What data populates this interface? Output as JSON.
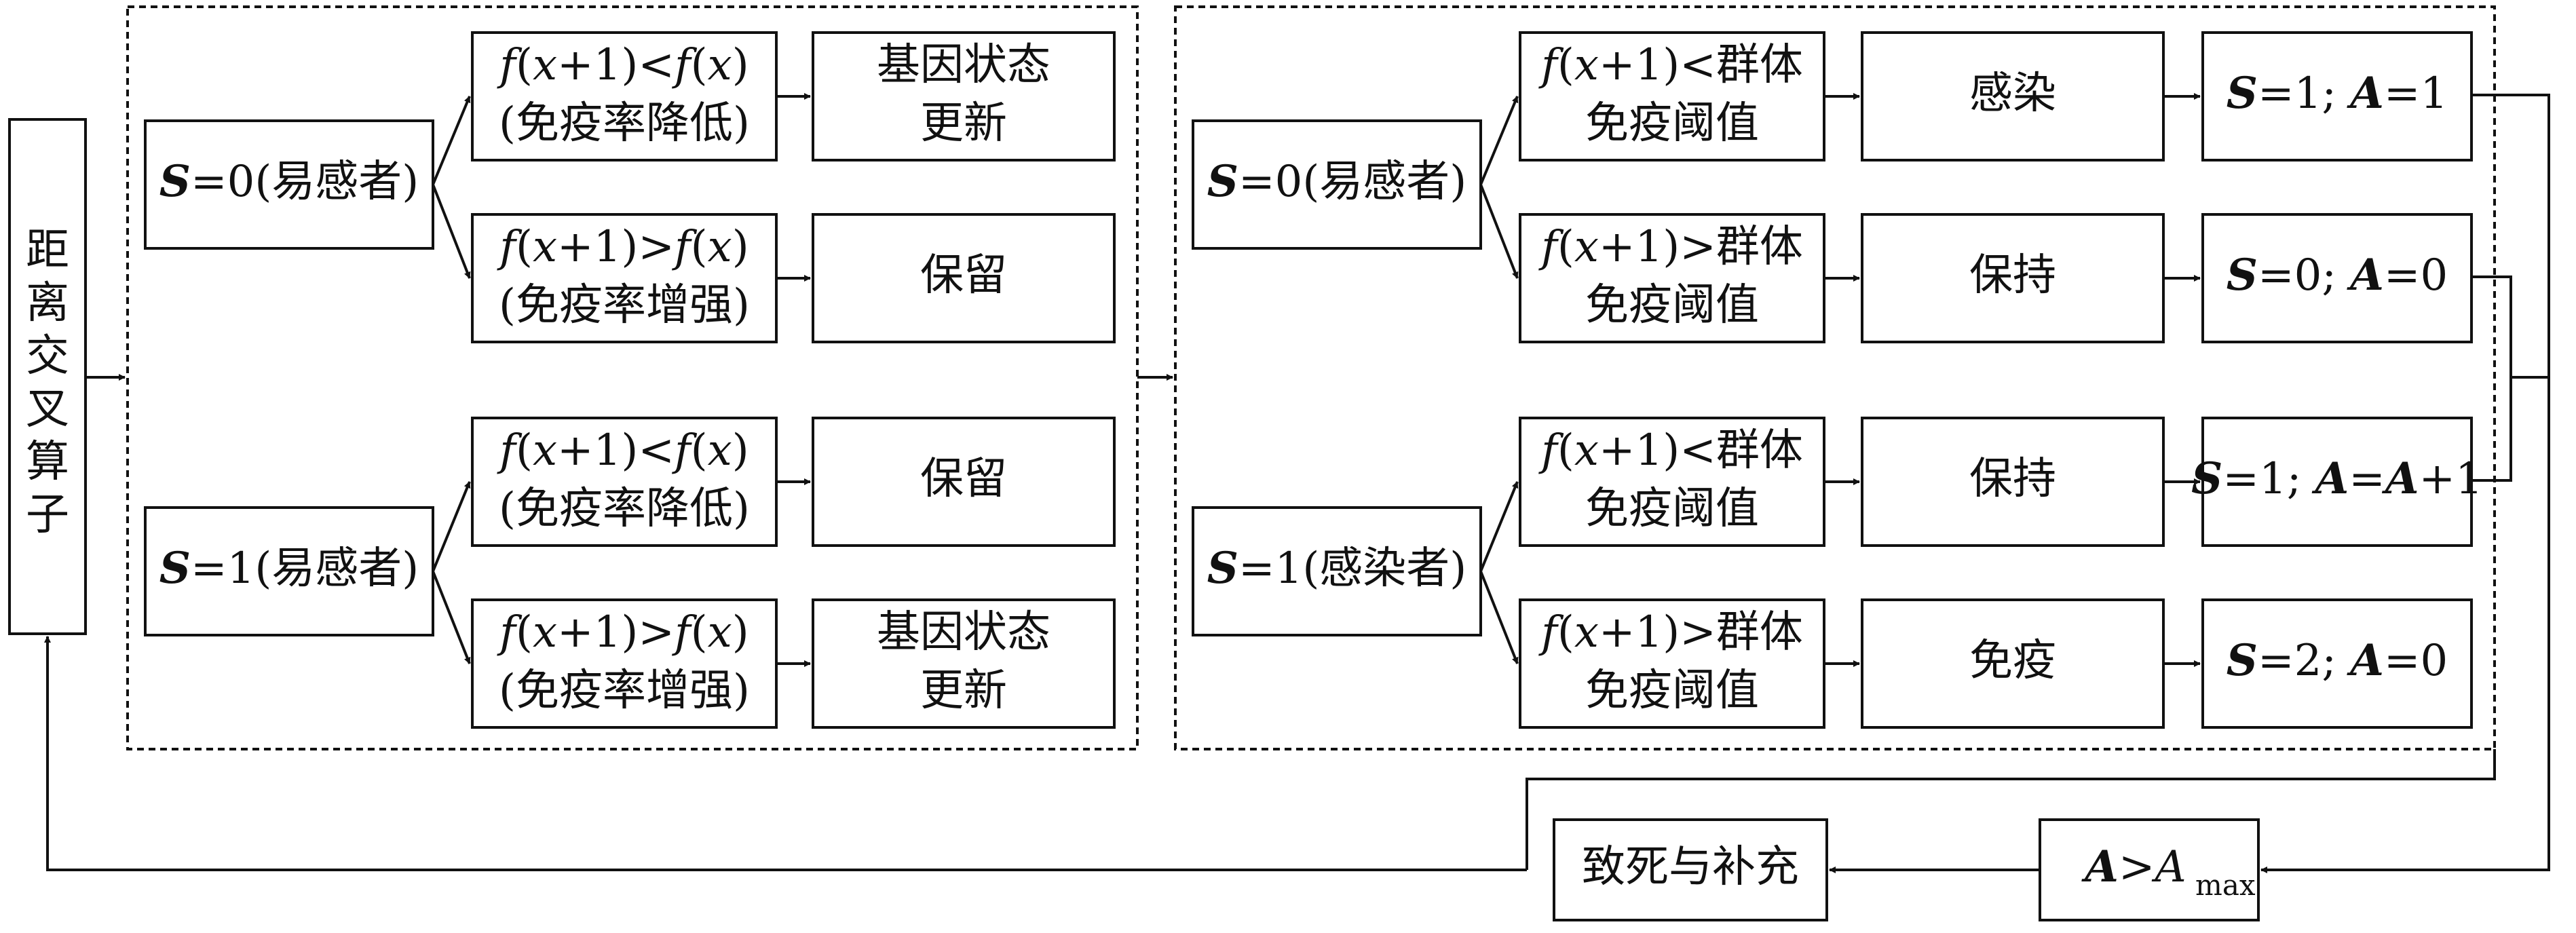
{
  "operator": {
    "label": "距离交叉算子"
  },
  "genetic_stage": {
    "rows": [
      {
        "state": "S",
        "eq": "=0",
        "note": "(易感者)",
        "branches": [
          {
            "cond": "f(x+1)<f(x)",
            "sub": "(免疫率降低)",
            "result": [
              "基因状态",
              "更新"
            ]
          },
          {
            "cond": "f(x+1)>f(x)",
            "sub": "(免疫率增强)",
            "result": [
              "保留"
            ]
          }
        ]
      },
      {
        "state": "S",
        "eq": "=1",
        "note": "(易感者)",
        "branches": [
          {
            "cond": "f(x+1)<f(x)",
            "sub": "(免疫率降低)",
            "result": [
              "保留"
            ]
          },
          {
            "cond": "f(x+1)>f(x)",
            "sub": "(免疫率增强)",
            "result": [
              "基因状态",
              "更新"
            ]
          }
        ]
      }
    ]
  },
  "immune_stage": {
    "rows": [
      {
        "state": "S",
        "eq": "=0",
        "note": "(易感者)",
        "branches": [
          {
            "cond": "f(x+1)<群体",
            "sub": "免疫阈值",
            "action": "感染",
            "outcome": "S=1; A=1"
          },
          {
            "cond": "f(x+1)>群体",
            "sub": "免疫阈值",
            "action": "保持",
            "outcome": "S=0; A=0"
          }
        ]
      },
      {
        "state": "S",
        "eq": "=1",
        "note": "(感染者)",
        "branches": [
          {
            "cond": "f(x+1)<群体",
            "sub": "免疫阈值",
            "action": "保持",
            "outcome": "S=1; A=A+1"
          },
          {
            "cond": "f(x+1)>群体",
            "sub": "免疫阈值",
            "action": "免疫",
            "outcome": "S=2; A=0"
          }
        ]
      }
    ]
  },
  "threshold_box": {
    "label": "A>A",
    "sub": "max"
  },
  "death_box": {
    "label": "致死与补充"
  }
}
